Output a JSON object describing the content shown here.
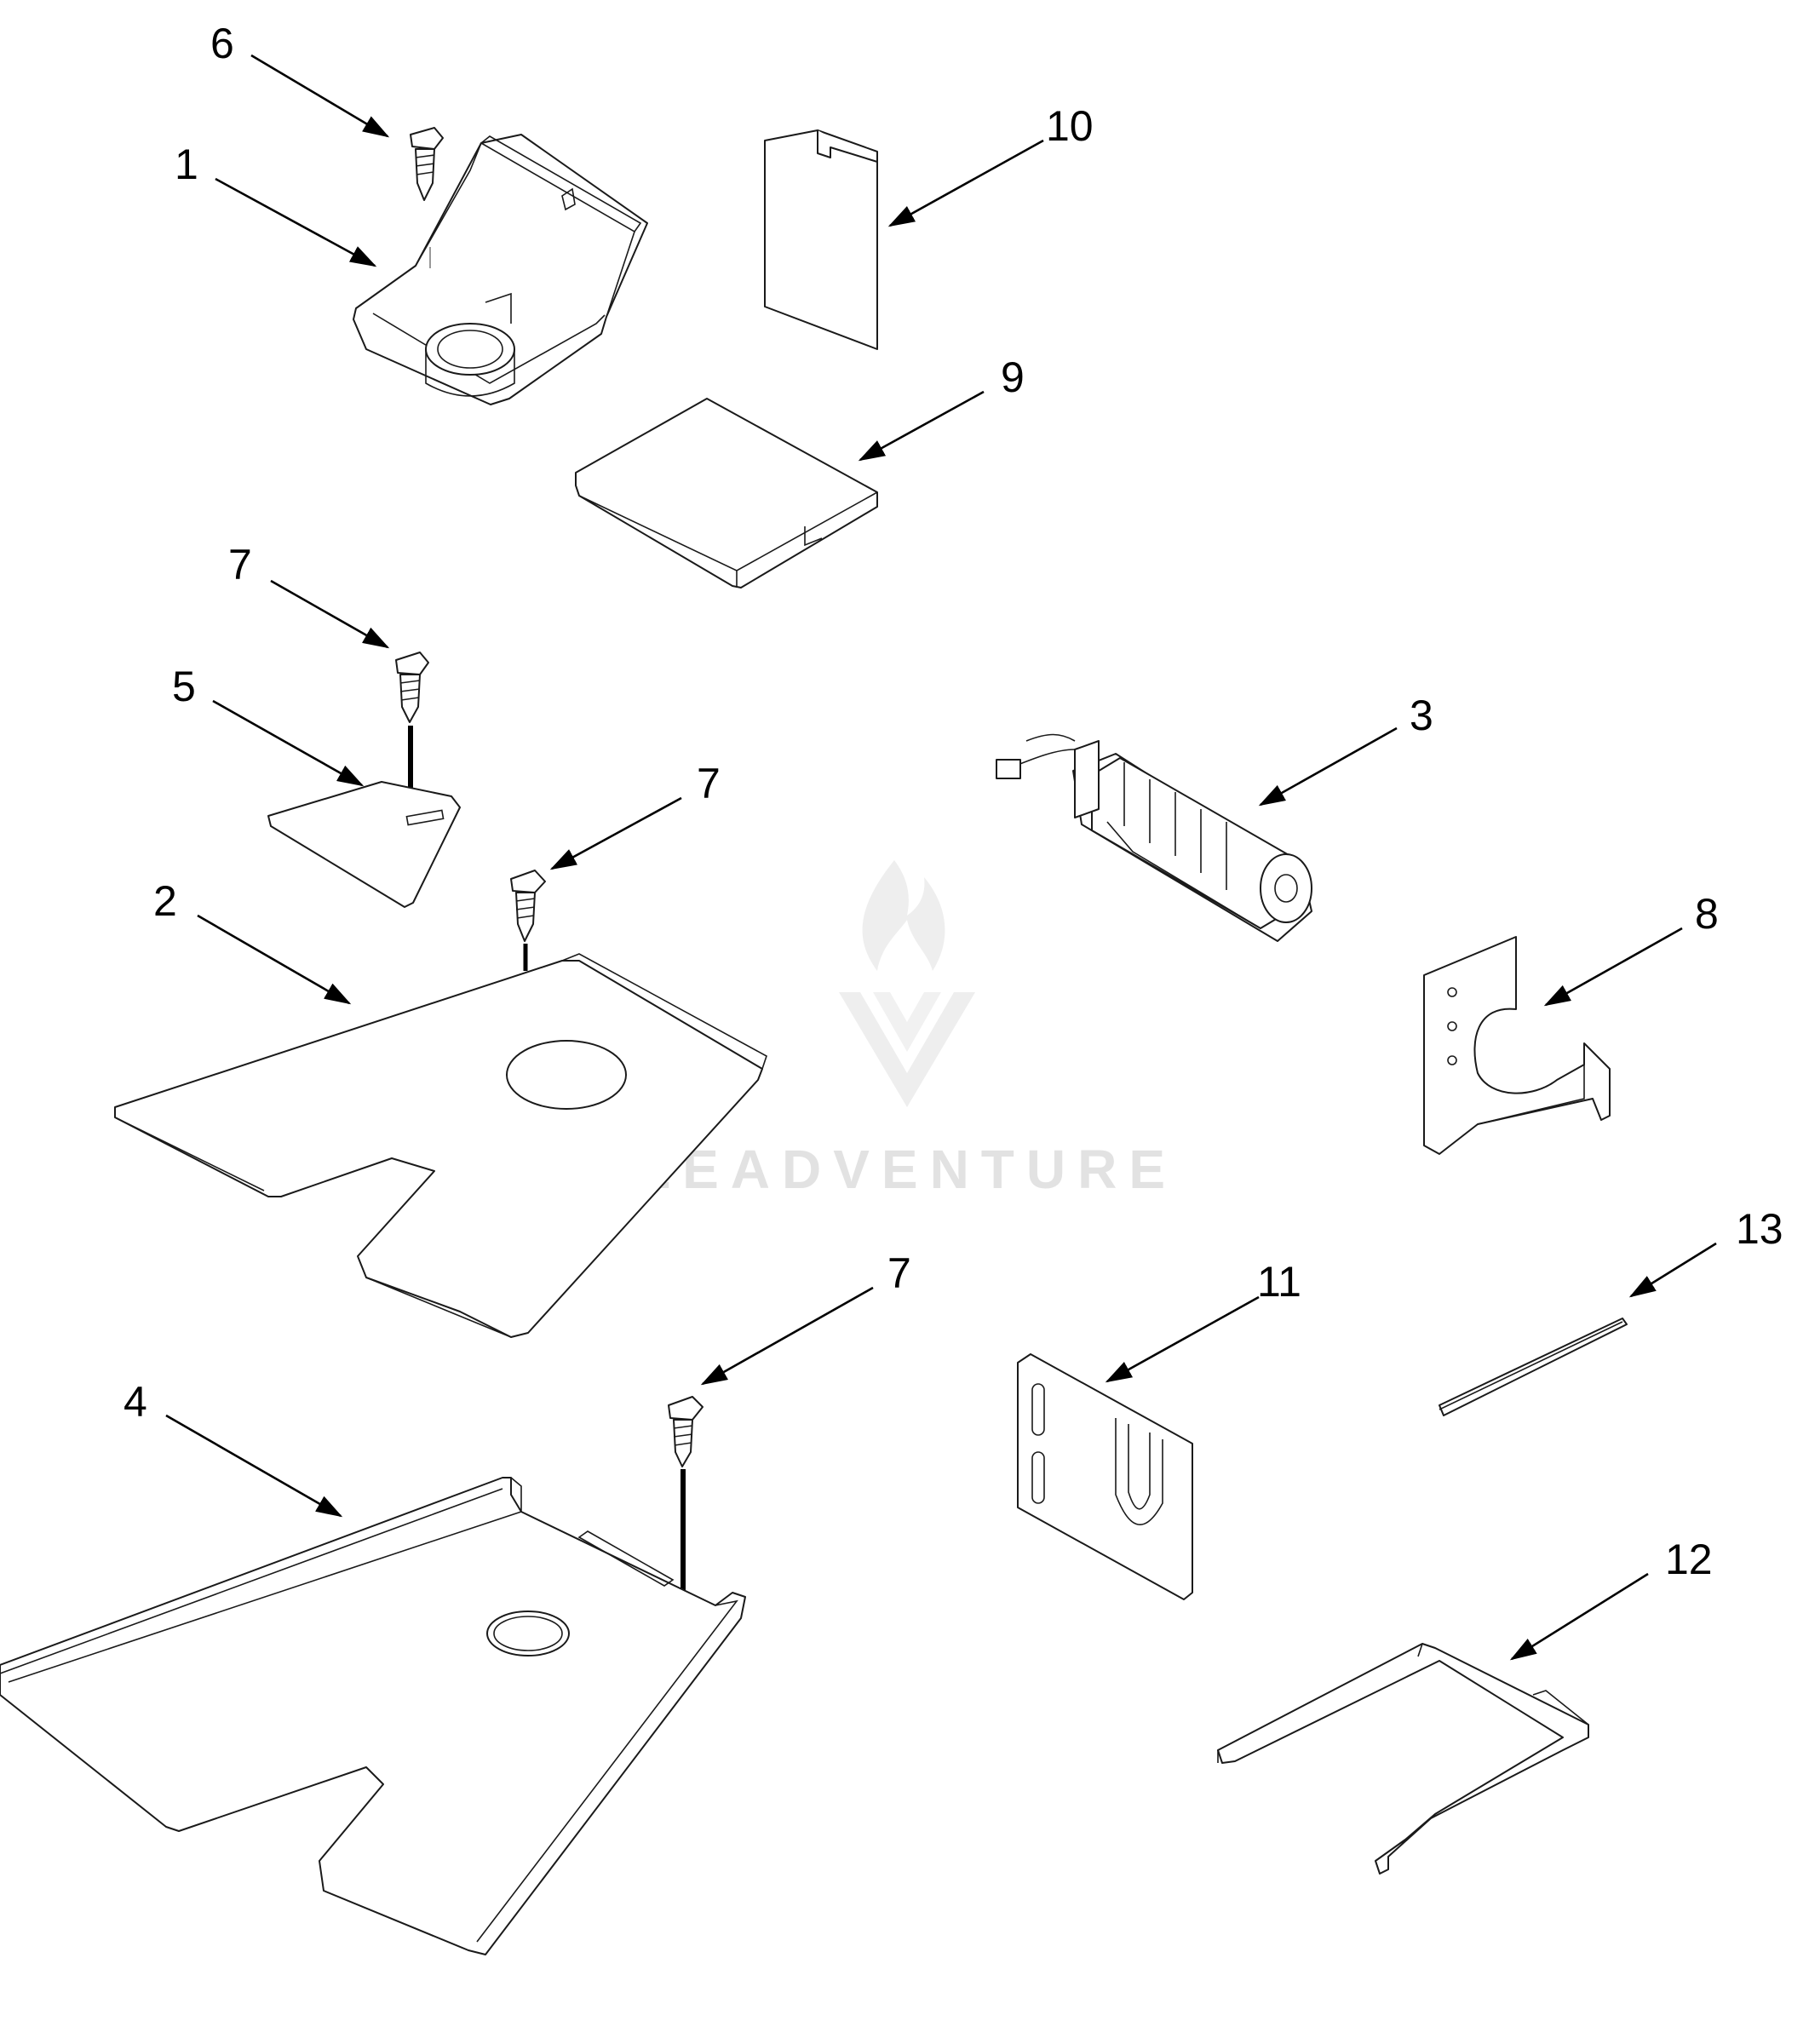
{
  "callouts": {
    "c1": "1",
    "c2": "2",
    "c3": "3",
    "c4": "4",
    "c5": "5",
    "c6": "6",
    "c7a": "7",
    "c7b": "7",
    "c7c": "7",
    "c8": "8",
    "c9": "9",
    "c10": "10",
    "c11": "11",
    "c12": "12",
    "c13": "13"
  },
  "watermark": {
    "text": "LEADVENTURE",
    "color": "#e2e2e2"
  },
  "colors": {
    "line": "#1a1a1a",
    "background": "#ffffff"
  }
}
